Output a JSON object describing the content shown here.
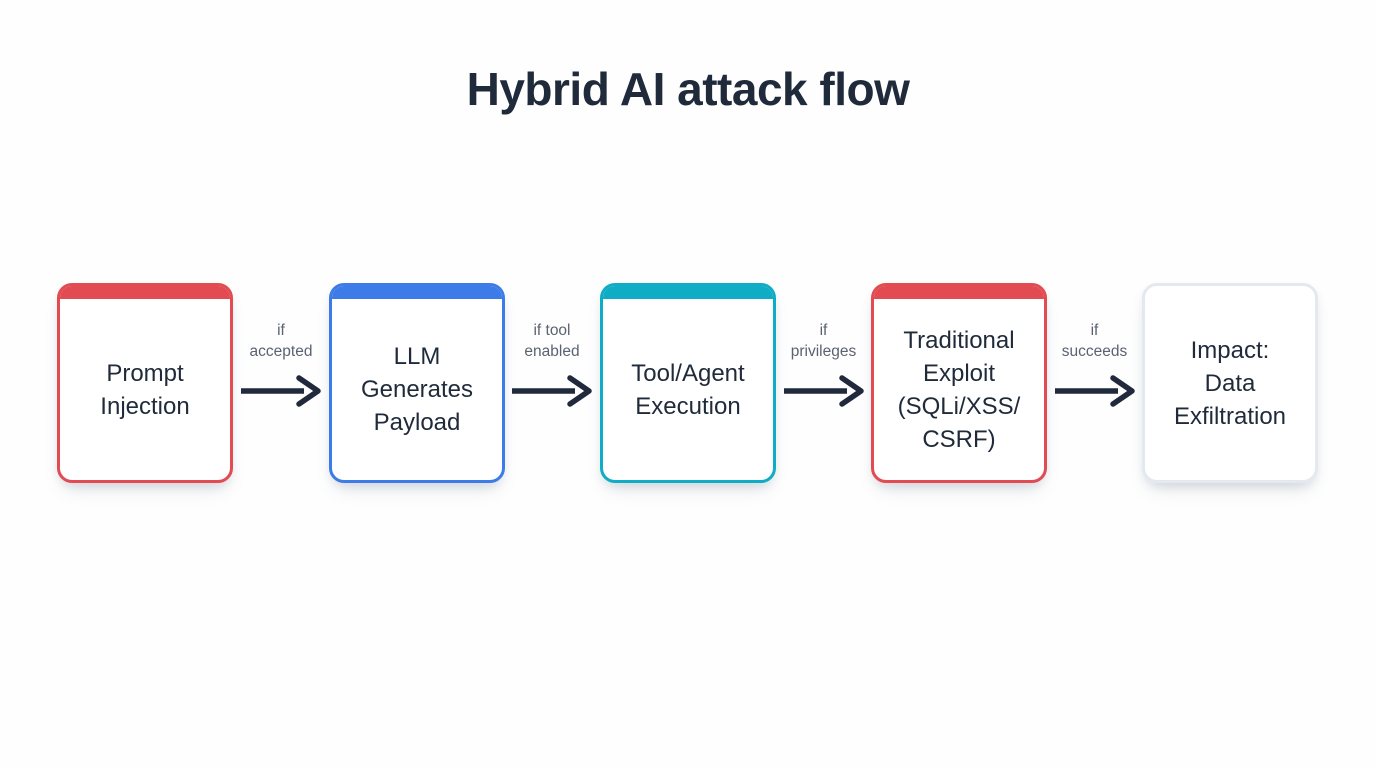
{
  "title": {
    "text": "Hybrid AI attack flow",
    "color": "#1f2a3a"
  },
  "flow": {
    "nodes": [
      {
        "label": "Prompt\nInjection",
        "accent": "#e14b51",
        "has_top_bar": true
      },
      {
        "label": "LLM\nGenerates\nPayload",
        "accent": "#3d7ce8",
        "has_top_bar": true
      },
      {
        "label": "Tool/Agent\nExecution",
        "accent": "#0facc5",
        "has_top_bar": true
      },
      {
        "label": "Traditional\nExploit\n(SQLi/XSS/\nCSRF)",
        "accent": "#e14b51",
        "has_top_bar": true
      },
      {
        "label": "Impact:\nData\nExfiltration",
        "accent": "#e4e9f0",
        "has_top_bar": false
      }
    ],
    "connectors": [
      {
        "label": "if\naccepted"
      },
      {
        "label": "if tool\nenabled"
      },
      {
        "label": "if\nprivileges"
      },
      {
        "label": "if\nsucceeds"
      }
    ],
    "arrow_color": "#202a3c",
    "label_color": "#5a6370"
  }
}
